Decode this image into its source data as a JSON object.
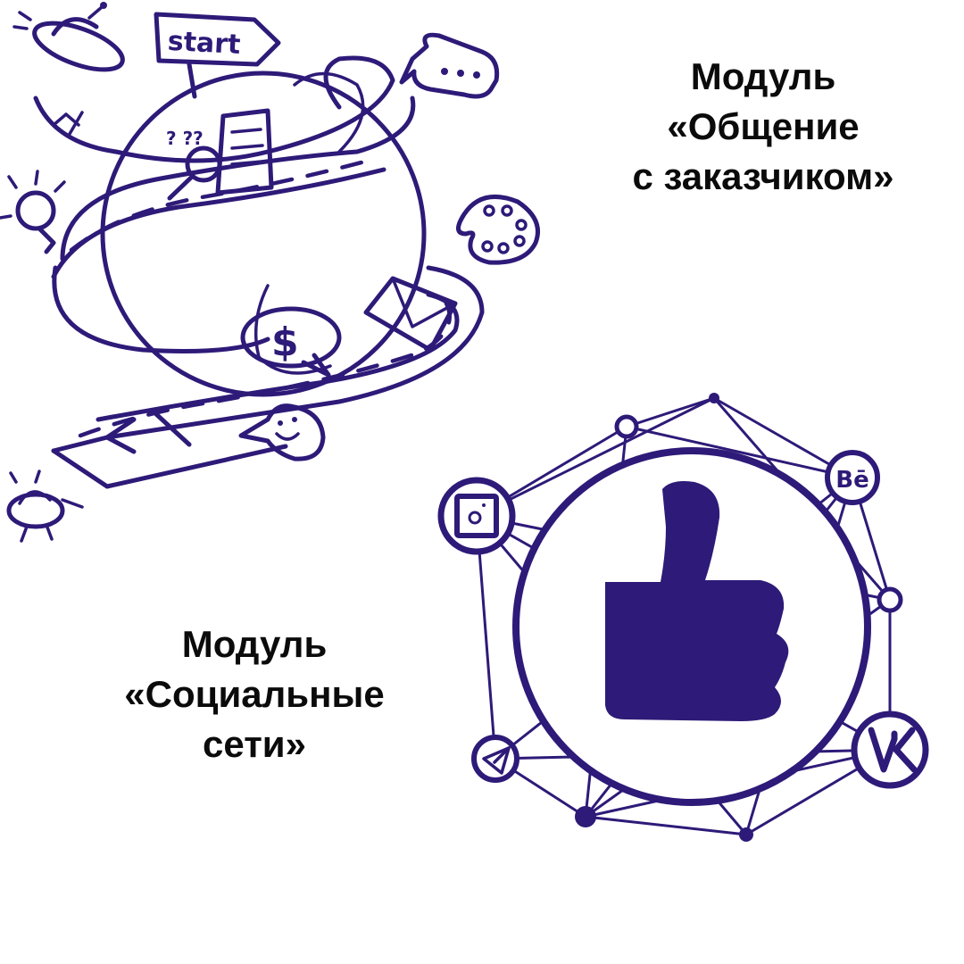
{
  "colors": {
    "ink": "#2e1a78",
    "text": "#0b0b0b",
    "background": "#ffffff"
  },
  "modules": {
    "customer_communication": {
      "lines": [
        "Модуль",
        "«Общение",
        "с заказчиком»"
      ]
    },
    "social_networks": {
      "lines": [
        "Модуль",
        "«Социальные",
        "сети»"
      ]
    }
  },
  "illustration_communication": {
    "signpost_text": "start",
    "icons": [
      "ufo-icon",
      "signpost-icon",
      "speech-bubble-dots-icon",
      "globe-icon",
      "road-icon",
      "document-icon",
      "lightbulb-icon",
      "palette-icon",
      "envelope-icon",
      "dollar-bubble-icon",
      "smiley-bubble-icon",
      "code-tag-icon",
      "alien-icon"
    ]
  },
  "illustration_social": {
    "icons": [
      "thumbs-up-icon",
      "instagram-icon",
      "behance-icon",
      "vk-icon",
      "telegram-icon",
      "network-node-icon"
    ],
    "behance_label": "Bē",
    "vk_label": "VK"
  }
}
